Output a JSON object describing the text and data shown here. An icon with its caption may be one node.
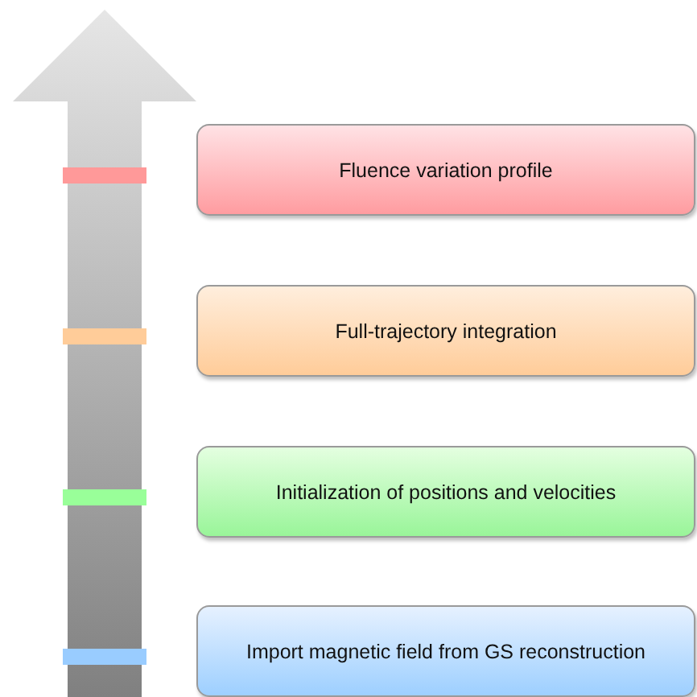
{
  "diagram": {
    "nodes": [
      {
        "text": [
          "Fluence variation profile"
        ]
      },
      {
        "text": [
          "Full-trajectory integration"
        ]
      },
      {
        "text": [
          "Initialization of positions and velocities"
        ]
      },
      {
        "text": [
          "Import magnetic field from GS reconstruction"
        ]
      }
    ]
  }
}
